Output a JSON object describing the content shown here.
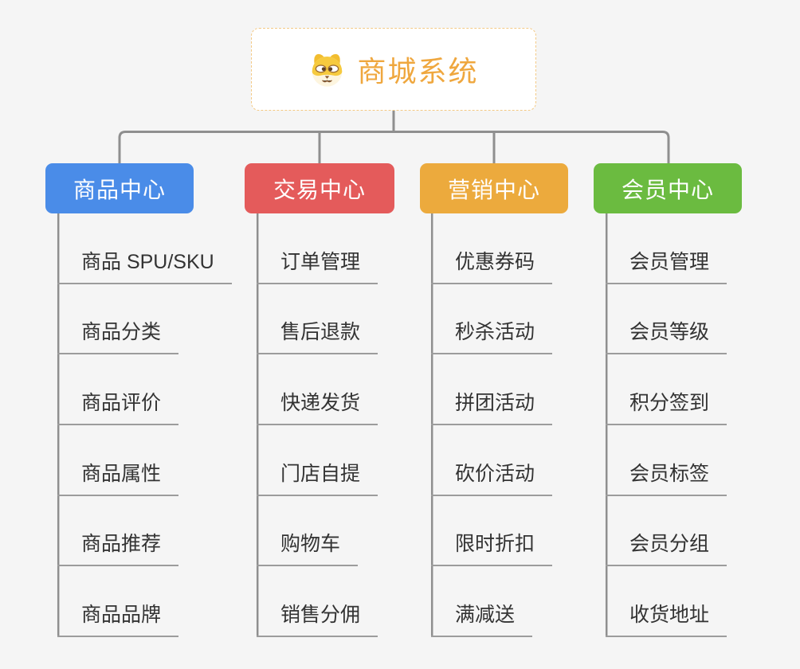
{
  "canvas": {
    "background": "#f5f5f5",
    "connector_color": "#8f8f8f",
    "child_text_color": "#333333",
    "child_underline_color": "#9c9c9c"
  },
  "root": {
    "title": "商城系统",
    "icon": "dog-face-icon",
    "text_color": "#efa73e",
    "border_color": "#f3c985",
    "background": "#ffffff"
  },
  "branches": [
    {
      "label": "商品中心",
      "color": "#4a8ce8",
      "children": [
        "商品 SPU/SKU",
        "商品分类",
        "商品评价",
        "商品属性",
        "商品推荐",
        "商品品牌"
      ]
    },
    {
      "label": "交易中心",
      "color": "#e45b5b",
      "children": [
        "订单管理",
        "售后退款",
        "快递发货",
        "门店自提",
        "购物车",
        "销售分佣"
      ]
    },
    {
      "label": "营销中心",
      "color": "#ecaa3d",
      "children": [
        "优惠券码",
        "秒杀活动",
        "拼团活动",
        "砍价活动",
        "限时折扣",
        "满减送"
      ]
    },
    {
      "label": "会员中心",
      "color": "#6bbb40",
      "children": [
        "会员管理",
        "会员等级",
        "积分签到",
        "会员标签",
        "会员分组",
        "收货地址"
      ]
    }
  ]
}
